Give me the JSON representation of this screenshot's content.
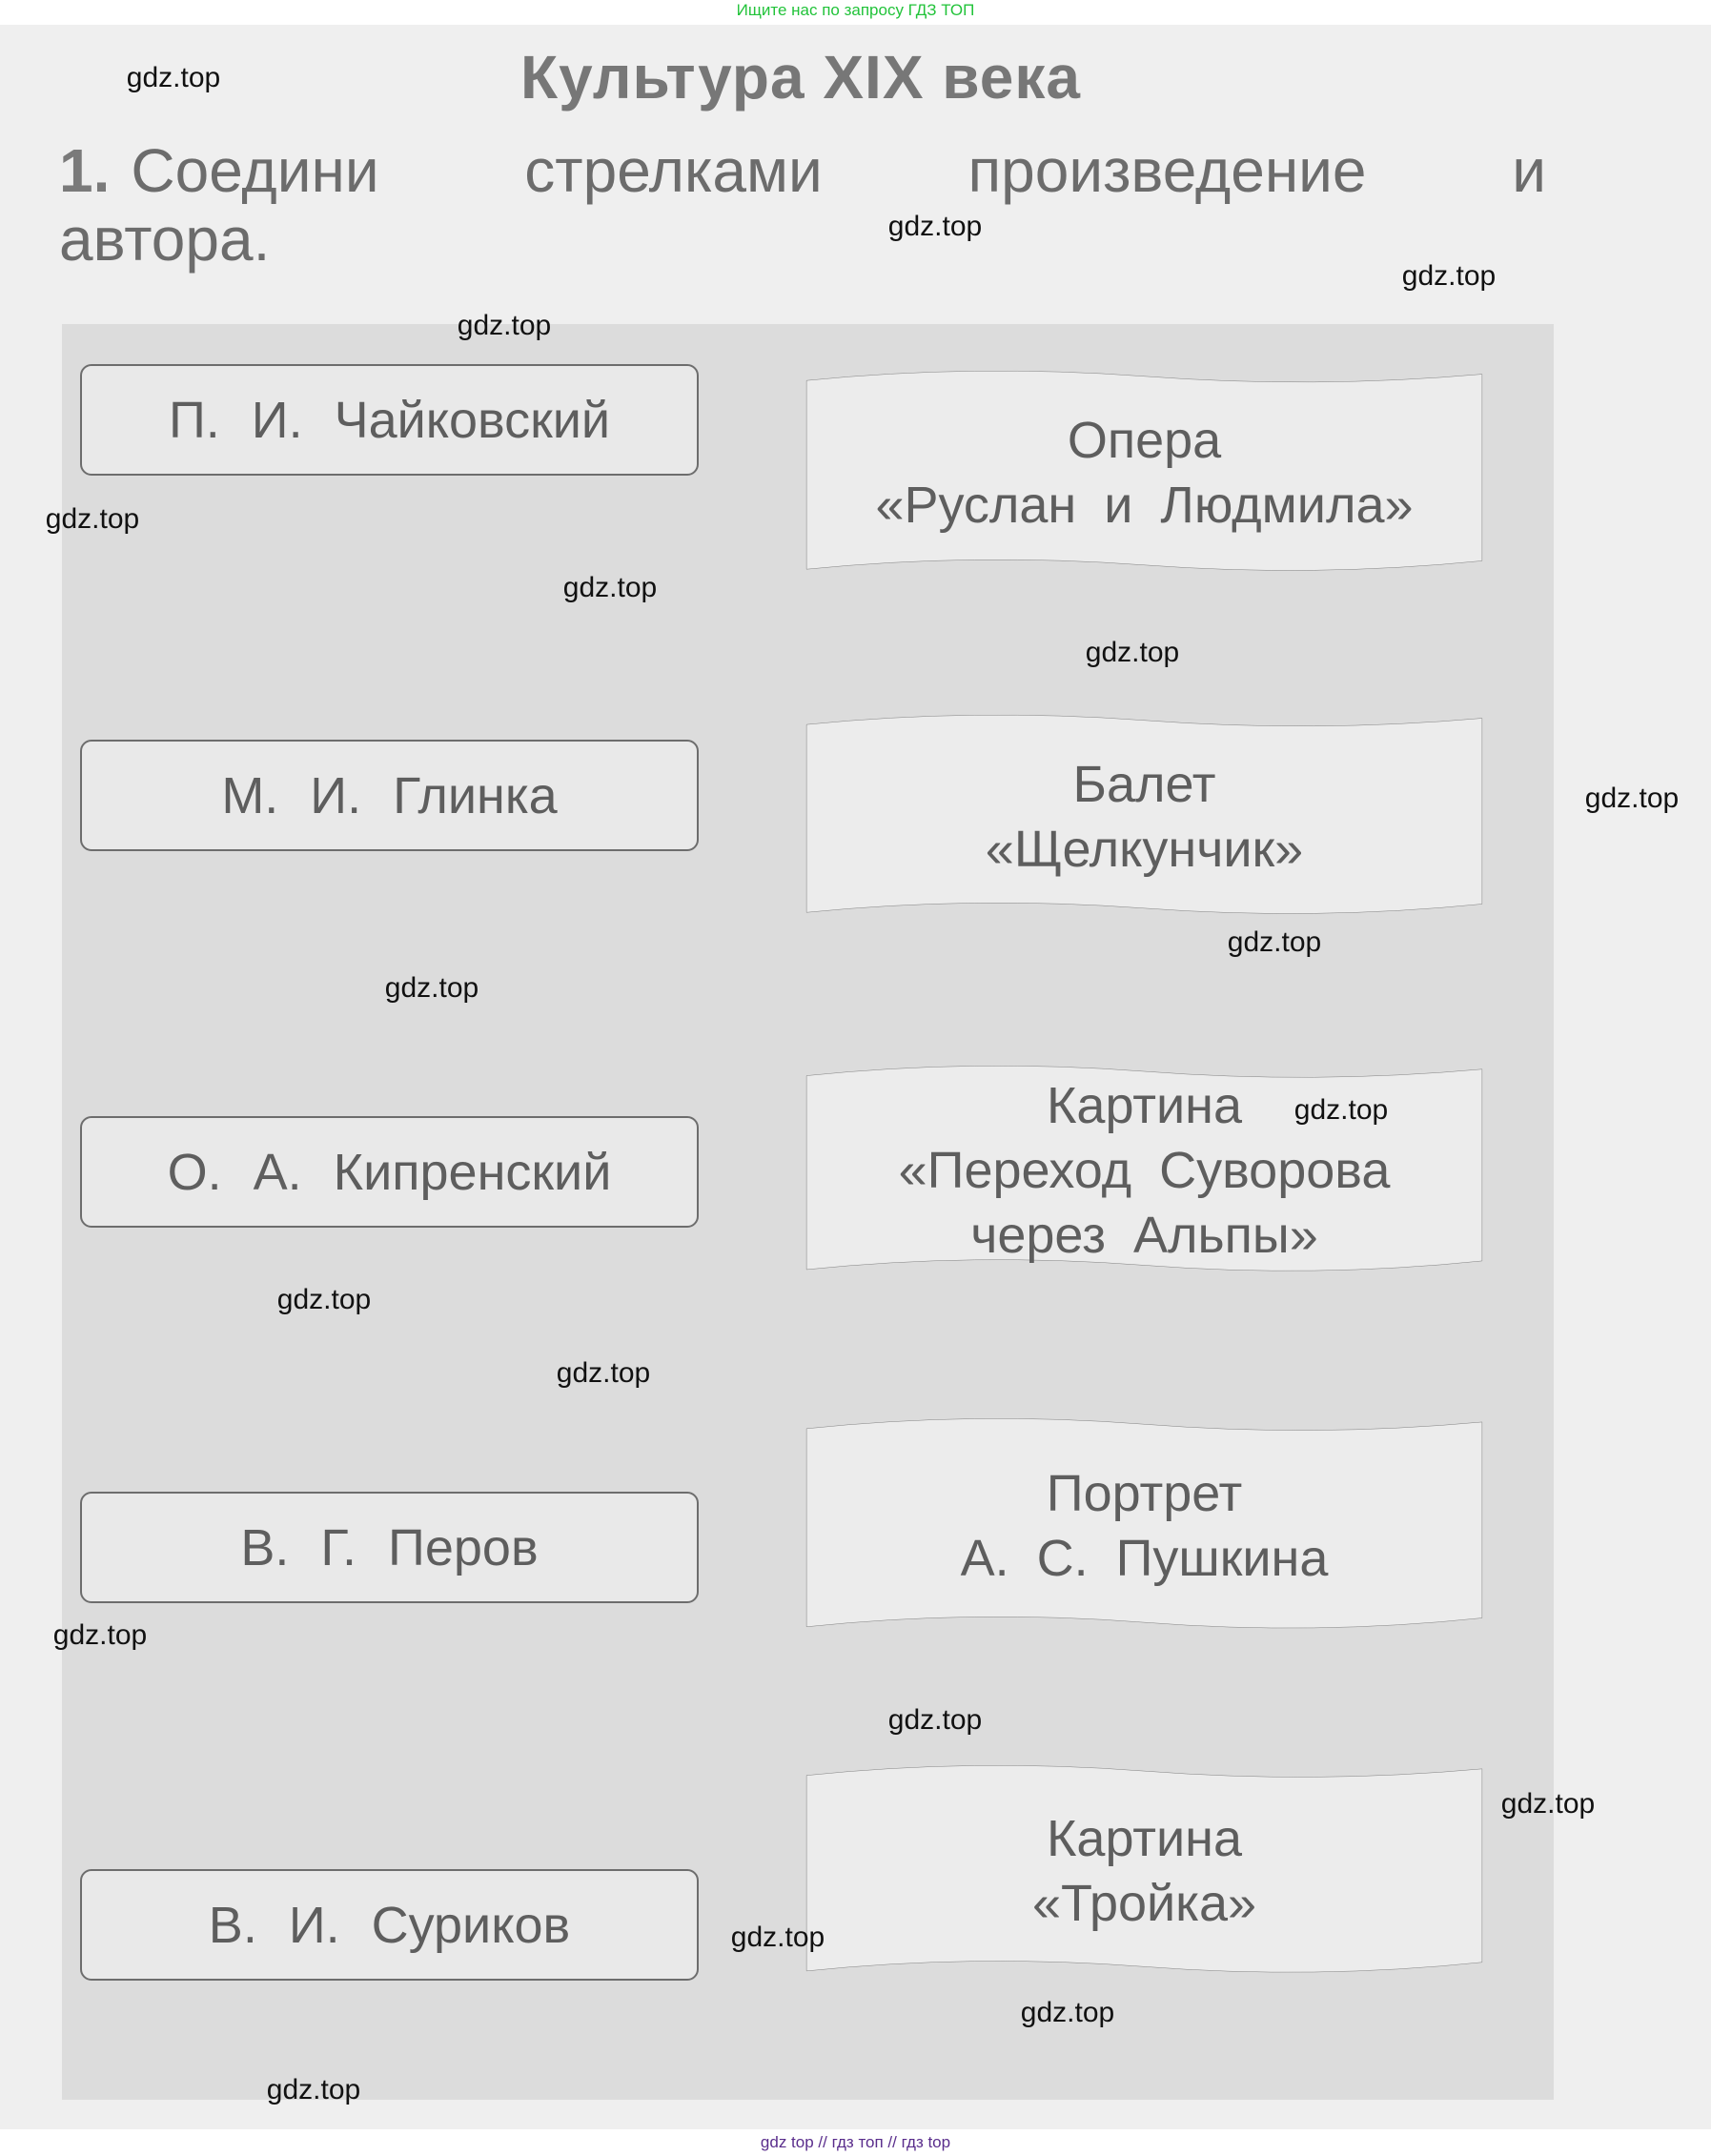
{
  "top_banner": "Ищите нас по запросу ГДЗ ТОП",
  "bottom_banner": "gdz top  //  гдз топ  //  гдз top",
  "title": "Культура XIX века",
  "task": {
    "number": "1.",
    "text_line1": "Соедини стрелками произведение и",
    "text_line2": "автора."
  },
  "authors": [
    "П. И. Чайковский",
    "М. И. Глинка",
    "О. А. Кипренский",
    "В. Г. Перов",
    "В. И. Суриков"
  ],
  "works": [
    {
      "line1": "Опера",
      "line2": "«Руслан и Людмила»",
      "line3": ""
    },
    {
      "line1": "Балет",
      "line2": "«Щелкунчик»",
      "line3": ""
    },
    {
      "line1": "Картина",
      "line2": "«Переход Суворова",
      "line3": "через Альпы»"
    },
    {
      "line1": "Портрет",
      "line2": "А. С. Пушкина",
      "line3": ""
    },
    {
      "line1": "Картина",
      "line2": "«Тройка»",
      "line3": ""
    }
  ],
  "watermark": "gdz.top"
}
